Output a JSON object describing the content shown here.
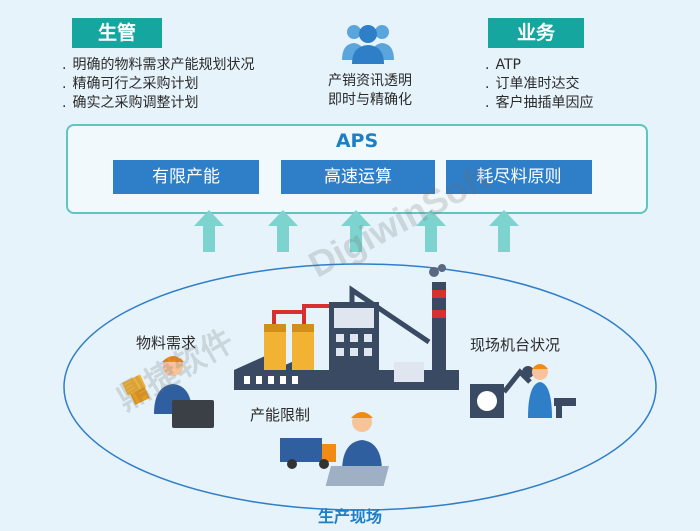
{
  "left": {
    "tag": "生管",
    "bullets": [
      "明确的物料需求产能规划状况",
      "精确可行之采购计划",
      "确实之采购调整计划"
    ]
  },
  "right": {
    "tag": "业务",
    "bullets": [
      "ATP",
      "订单准时达交",
      "客户抽插单因应"
    ]
  },
  "center": {
    "line1": "产销资讯透明",
    "line2": "即时与精确化"
  },
  "aps": {
    "title": "APS",
    "buttons": [
      "有限产能",
      "高速运算",
      "耗尽料原则"
    ]
  },
  "field": {
    "title": "生产现场",
    "labels": {
      "material": "物料需求",
      "capacity": "产能限制",
      "machine": "现场机台状况"
    }
  },
  "watermark": {
    "en": "DigiwinSoft",
    "cn": "鼎捷软件"
  },
  "colors": {
    "teal": "#16a6a0",
    "blue": "#2f7ec8",
    "title_blue": "#1d7fc6",
    "arrow": "#7dd3cd",
    "background": "#e6f3fb"
  }
}
